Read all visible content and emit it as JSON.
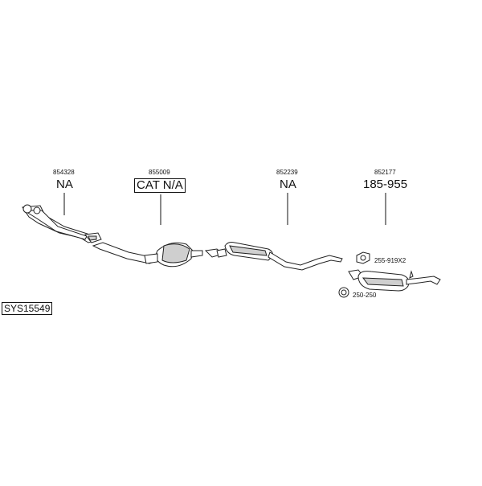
{
  "parts": [
    {
      "ref": "854328",
      "label": "NA"
    },
    {
      "ref": "855009",
      "label": "CAT N/A"
    },
    {
      "ref": "852239",
      "label": "NA"
    },
    {
      "ref": "852177",
      "label": "185-955"
    }
  ],
  "accessories": [
    {
      "label": "255-919X2"
    },
    {
      "label": "250-250"
    }
  ],
  "system_code": "SYS15549"
}
